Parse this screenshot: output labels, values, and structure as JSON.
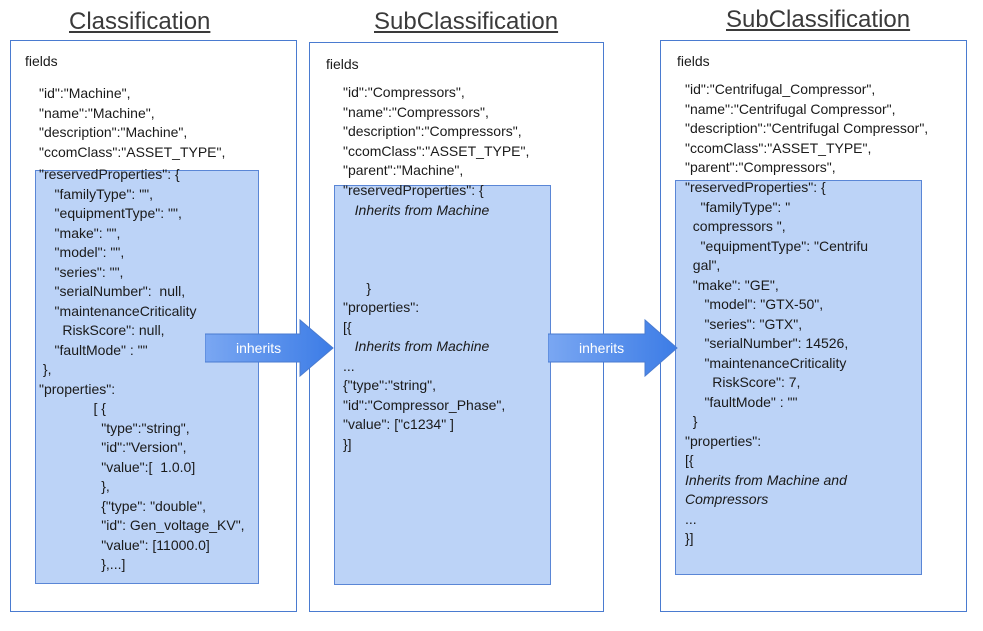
{
  "titles": {
    "classification": "Classification",
    "sub1": "SubClassification",
    "sub2": "SubClassification"
  },
  "panels": [
    {
      "fields_label": "fields",
      "header_lines": [
        "\"id\":\"Machine\",",
        "\"name\":\"Machine\",",
        "\"description\":\"Machine\",",
        "\"ccomClass\":\"ASSET_TYPE\","
      ],
      "body_lines": [
        "\"reservedProperties\": {",
        "    \"familyType\": \"\",",
        "    \"equipmentType\": \"\",",
        "    \"make\": \"\",",
        "    \"model\": \"\",",
        "    \"series\": \"\",",
        "    \"serialNumber\":  null,",
        "    \"maintenanceCriticality",
        "      RiskScore\": null,",
        "    \"faultMode\" : \"\"",
        " },",
        "\"properties\":",
        "              [ {",
        "                \"type\":\"string\",",
        "                \"id\":\"Version\",",
        "                \"value\":[  1.0.0]",
        "                },",
        "                {\"type\": \"double\",",
        "                \"id\": Gen_voltage_KV\",",
        "                \"value\": [11000.0]",
        "                },...]"
      ]
    },
    {
      "fields_label": "fields",
      "header_lines": [
        "\"id\":\"Compressors\",",
        "\"name\":\"Compressors\",",
        "\"description\":\"Compressors\",",
        "\"ccomClass\":\"ASSET_TYPE\",",
        "\"parent\":\"Machine\","
      ],
      "body_lines": [
        "\"reservedProperties\": {",
        "   Inherits from Machine",
        "",
        "",
        "",
        "      }",
        "\"properties\":",
        "[{",
        "   Inherits from Machine",
        "...",
        "{\"type\":\"string\",",
        "\"id\":\"Compressor_Phase\",",
        "\"value\": [\"c1234\" ]",
        "}]"
      ],
      "italic_lines": [
        1,
        8
      ]
    },
    {
      "fields_label": "fields",
      "header_lines": [
        "\"id\":\"Centrifugal_Compressor\",",
        "\"name\":\"Centrifugal Compressor\",",
        "\"description\":\"Centrifugal Compressor\",",
        "\"ccomClass\":\"ASSET_TYPE\",",
        "\"parent\":\"Compressors\","
      ],
      "body_lines": [
        "\"reservedProperties\": {",
        "    \"familyType\": \"",
        "  compressors \",",
        "    \"equipmentType\": \"Centrifu",
        "  gal\",",
        "  \"make\": \"GE\",",
        "     \"model\": \"GTX-50\",",
        "     \"series\": \"GTX\",",
        "     \"serialNumber\": 14526,",
        "     \"maintenanceCriticality",
        "       RiskScore\": 7,",
        "     \"faultMode\" : \"\"",
        "  }",
        "\"properties\":",
        "[{",
        "Inherits from Machine and",
        "Compressors",
        "...",
        "}]"
      ],
      "italic_lines": [
        15,
        16
      ]
    }
  ],
  "arrows": [
    {
      "label": "inherits"
    },
    {
      "label": "inherits"
    }
  ],
  "colors": {
    "panel_border": "#4a7bd0",
    "highlight_fill": "#bcd3f7",
    "arrow_start": "#6f9ff0",
    "arrow_end": "#3f7fe6"
  }
}
